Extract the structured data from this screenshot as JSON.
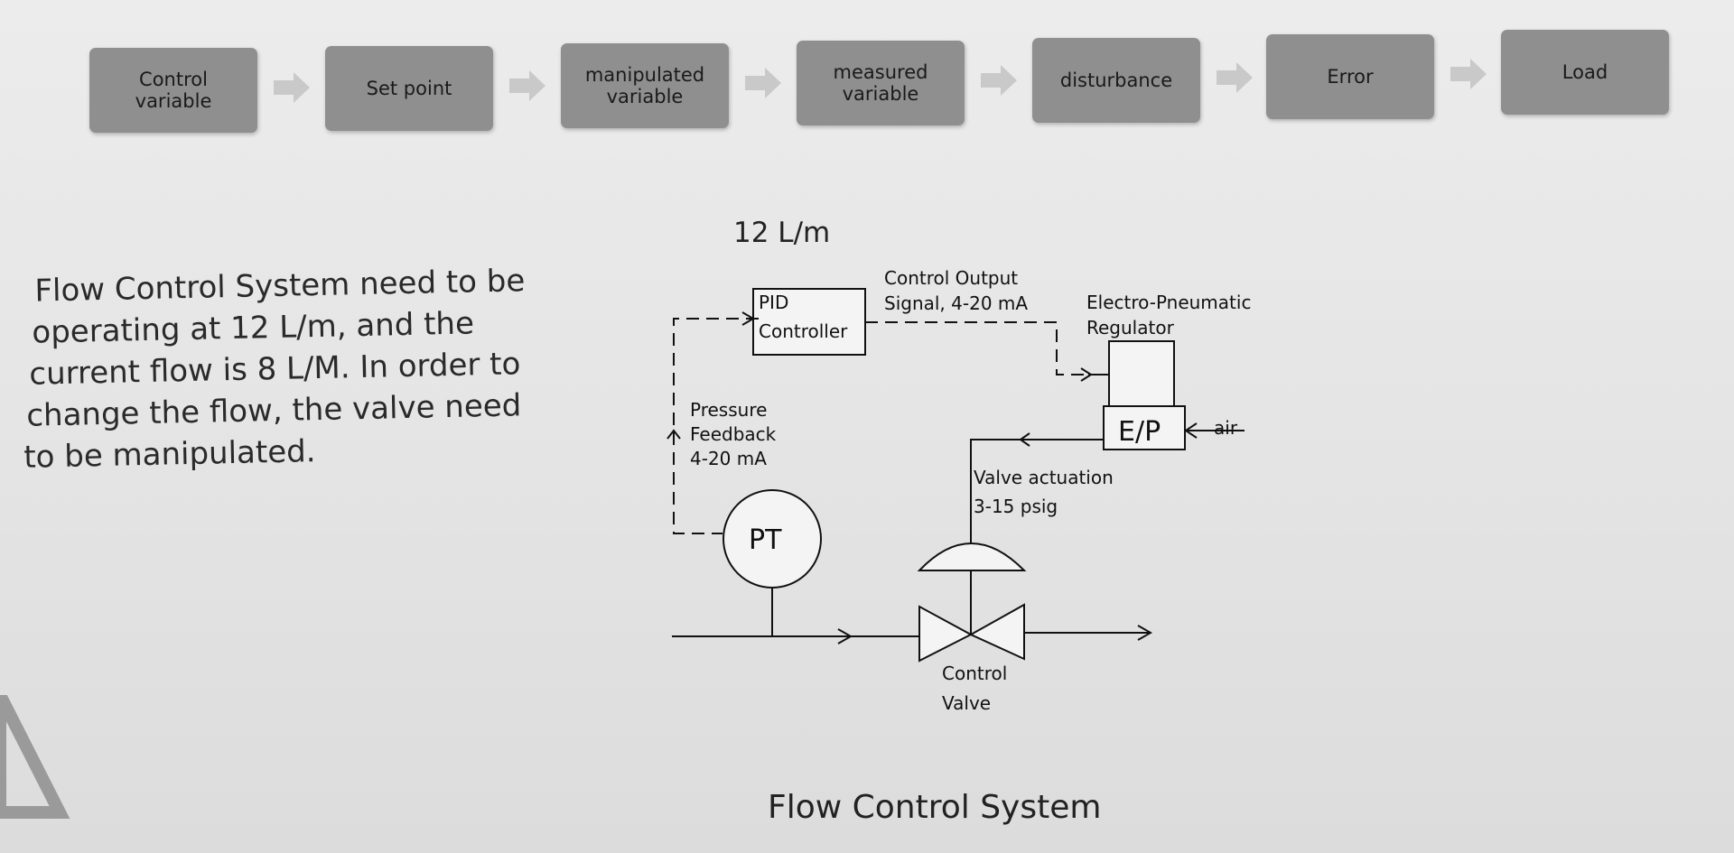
{
  "terms": [
    {
      "label": "Control\nvariable"
    },
    {
      "label": "Set point"
    },
    {
      "label": "manipulated\nvariable"
    },
    {
      "label": "measured\nvariable"
    },
    {
      "label": "disturbance"
    },
    {
      "label": "Error"
    },
    {
      "label": "Load"
    }
  ],
  "colors": {
    "term_box": "#8f8f8f",
    "arrow": "#c9c9c9",
    "line": "#111111"
  },
  "problem": {
    "lines": [
      "Flow Control System need to be",
      "operating at 12 L/m, and the",
      "current flow is 8 L/M. In order to",
      "change the flow, the valve need",
      "to be manipulated."
    ]
  },
  "diagram": {
    "setpoint": "12 L/m",
    "pid_line1": "PID",
    "pid_line2": "Controller",
    "output_line1": "Control Output",
    "output_line2": "Signal, 4-20 mA",
    "regulator_line1": "Electro-Pneumatic",
    "regulator_line2": "Regulator",
    "ep_label": "E/P",
    "air_label": "air",
    "feedback_line1": "Pressure",
    "feedback_line2": "Feedback",
    "feedback_line3": "4-20 mA",
    "actuation_line1": "Valve actuation",
    "actuation_line2": "3-15 psig",
    "pt_label": "PT",
    "valve_line1": "Control",
    "valve_line2": "Valve",
    "caption": "Flow Control System"
  }
}
